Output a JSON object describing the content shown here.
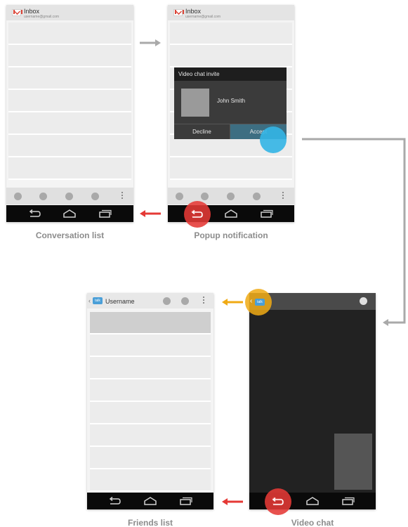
{
  "colors": {
    "forward_arrow": "#a9a9a9",
    "back_arrow": "#e53935",
    "up_arrow": "#f0aa14",
    "touch_blue": "#33b5e5",
    "video_bg": "#222222"
  },
  "screens": {
    "conversation_list": {
      "title": "Inbox",
      "account": "username@gmail.com",
      "caption": "Conversation list",
      "row_count": 7
    },
    "popup_notification": {
      "title": "Inbox",
      "account": "username@gmail.com",
      "caption": "Popup notification",
      "dialog": {
        "title": "Video chat invite",
        "caller": "John Smith",
        "decline_label": "Decline",
        "accept_label": "Accept"
      }
    },
    "friends_list": {
      "title": "Username",
      "app_icon_label": "talk",
      "caption": "Friends list",
      "row_count": 8
    },
    "video_chat": {
      "app_icon_label": "talk",
      "caption": "Video chat"
    }
  },
  "icons": {
    "app_logo": "gmail-icon",
    "talk_logo": "talk-icon",
    "nav_back": "back-icon",
    "nav_home": "home-icon",
    "nav_recents": "recents-icon",
    "overflow": "overflow-menu-icon"
  }
}
